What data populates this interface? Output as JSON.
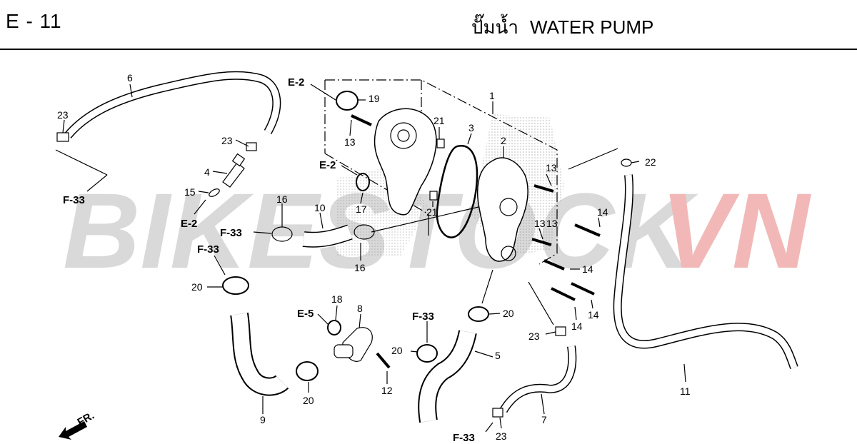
{
  "header": {
    "code": "E - 11",
    "title_th": "ปั๊มน้ำ",
    "title_en": "WATER PUMP"
  },
  "watermark": {
    "left": "BIKESTOCK",
    "right": "VN"
  },
  "colors": {
    "watermark_gray": "#d9d9d9",
    "watermark_red": "#f2b8b8",
    "line": "#000000"
  },
  "front_label": "FR.",
  "refs": {
    "e2_a": "E-2",
    "e2_b": "E-2",
    "e2_c": "E-2",
    "e5": "E-5",
    "f33_a": "F-33",
    "f33_b": "F-33",
    "f33_c": "F-33",
    "f33_d": "F-33",
    "f33_e": "F-33"
  },
  "callouts": {
    "n1": "1",
    "n2": "2",
    "n3": "3",
    "n4": "4",
    "n5": "5",
    "n6": "6",
    "n7": "7",
    "n8": "8",
    "n9": "9",
    "n10": "10",
    "n11": "11",
    "n12": "12",
    "n13a": "13",
    "n13b": "13",
    "n13c": "13",
    "n13d": "13",
    "n14a": "14",
    "n14b": "14",
    "n14c": "14",
    "n14d": "14",
    "n15": "15",
    "n16a": "16",
    "n16b": "16",
    "n17": "17",
    "n18": "18",
    "n19": "19",
    "n20a": "20",
    "n20b": "20",
    "n20c": "20",
    "n20d": "20",
    "n21a": "21",
    "n21b": "21",
    "n22": "22",
    "n23a": "23",
    "n23b": "23",
    "n23c": "23",
    "n23d": "23"
  }
}
